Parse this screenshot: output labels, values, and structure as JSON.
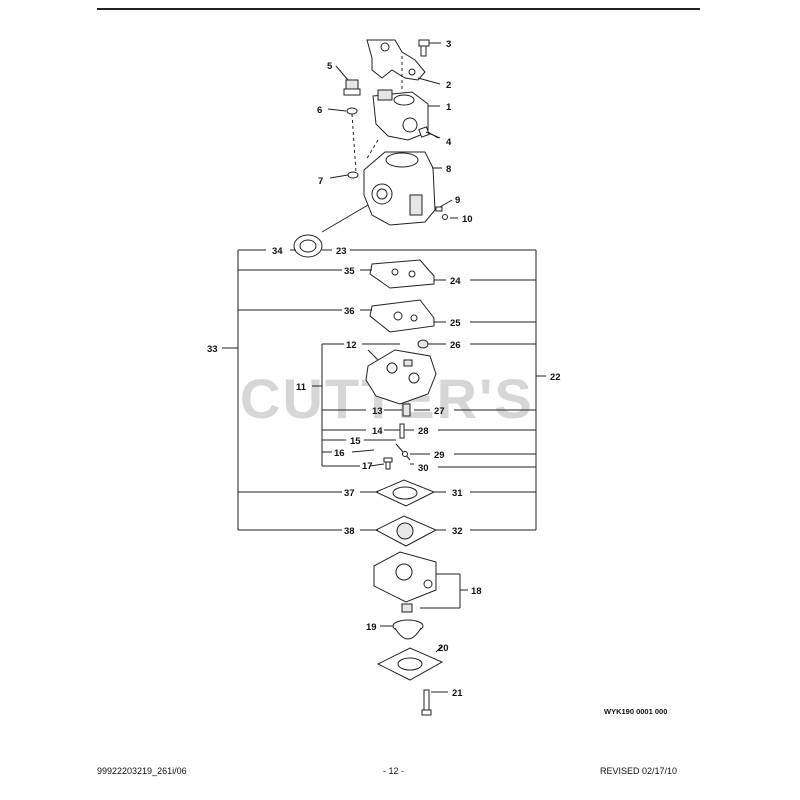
{
  "footer": {
    "doc_number": "99922203219_261i/06",
    "page_number": "- 12 -",
    "revised": "REVISED 02/17/10"
  },
  "figure": {
    "reference_code": "WYK190 0001 000",
    "watermark": "CUTTER'S",
    "callouts": [
      "1",
      "2",
      "3",
      "4",
      "5",
      "6",
      "7",
      "8",
      "9",
      "10",
      "11",
      "12",
      "13",
      "14",
      "15",
      "16",
      "17",
      "18",
      "19",
      "20",
      "21",
      "22",
      "23",
      "24",
      "25",
      "26",
      "27",
      "28",
      "29",
      "30",
      "31",
      "32",
      "33",
      "34",
      "35",
      "36",
      "37",
      "38"
    ]
  }
}
